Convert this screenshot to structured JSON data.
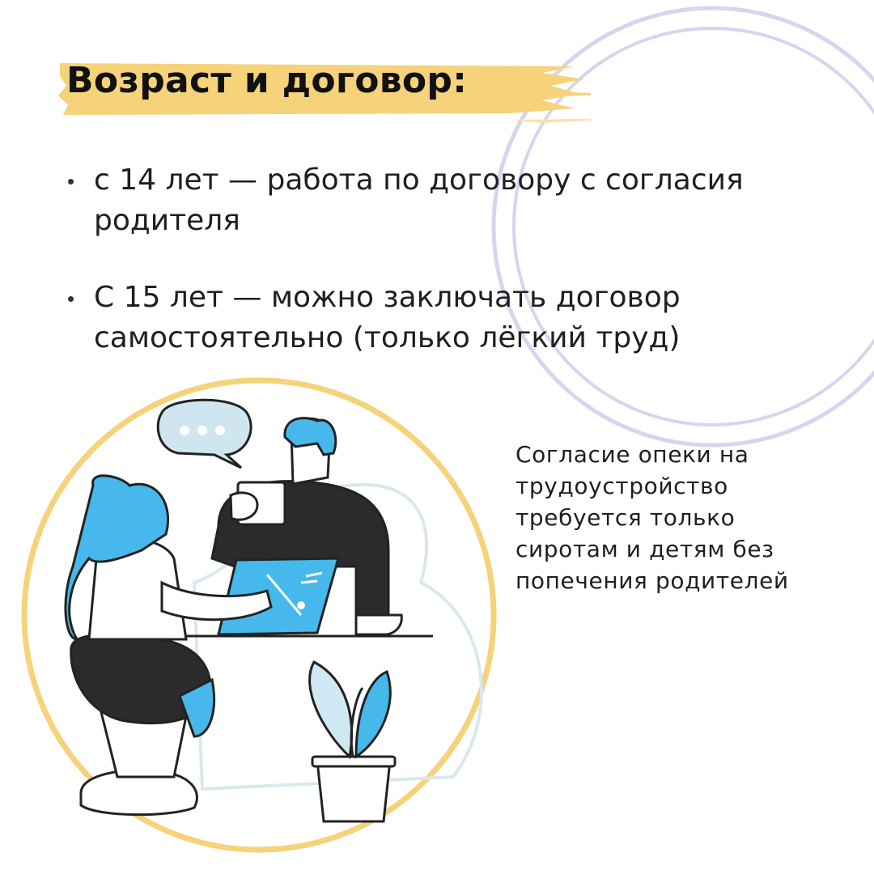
{
  "title": "Возраст и договор:",
  "bullets": [
    {
      "text": "с 14 лет — работа по договору с согласия родителя"
    },
    {
      "text": "С 15 лет — можно заключать договор самостоятельно (только лёгкий труд)"
    }
  ],
  "side_note": "Согласие опеки на\nтрудоустройство\nтребуется только\nсиротам и детям без\nпопечения родителей",
  "colors": {
    "accent_yellow": "#f6d27a",
    "accent_purple": "#d8d4ef",
    "accent_blue": "#46b8ec",
    "dark": "#222222"
  },
  "icons": [
    "speech-bubble-icon",
    "plant-icon"
  ]
}
